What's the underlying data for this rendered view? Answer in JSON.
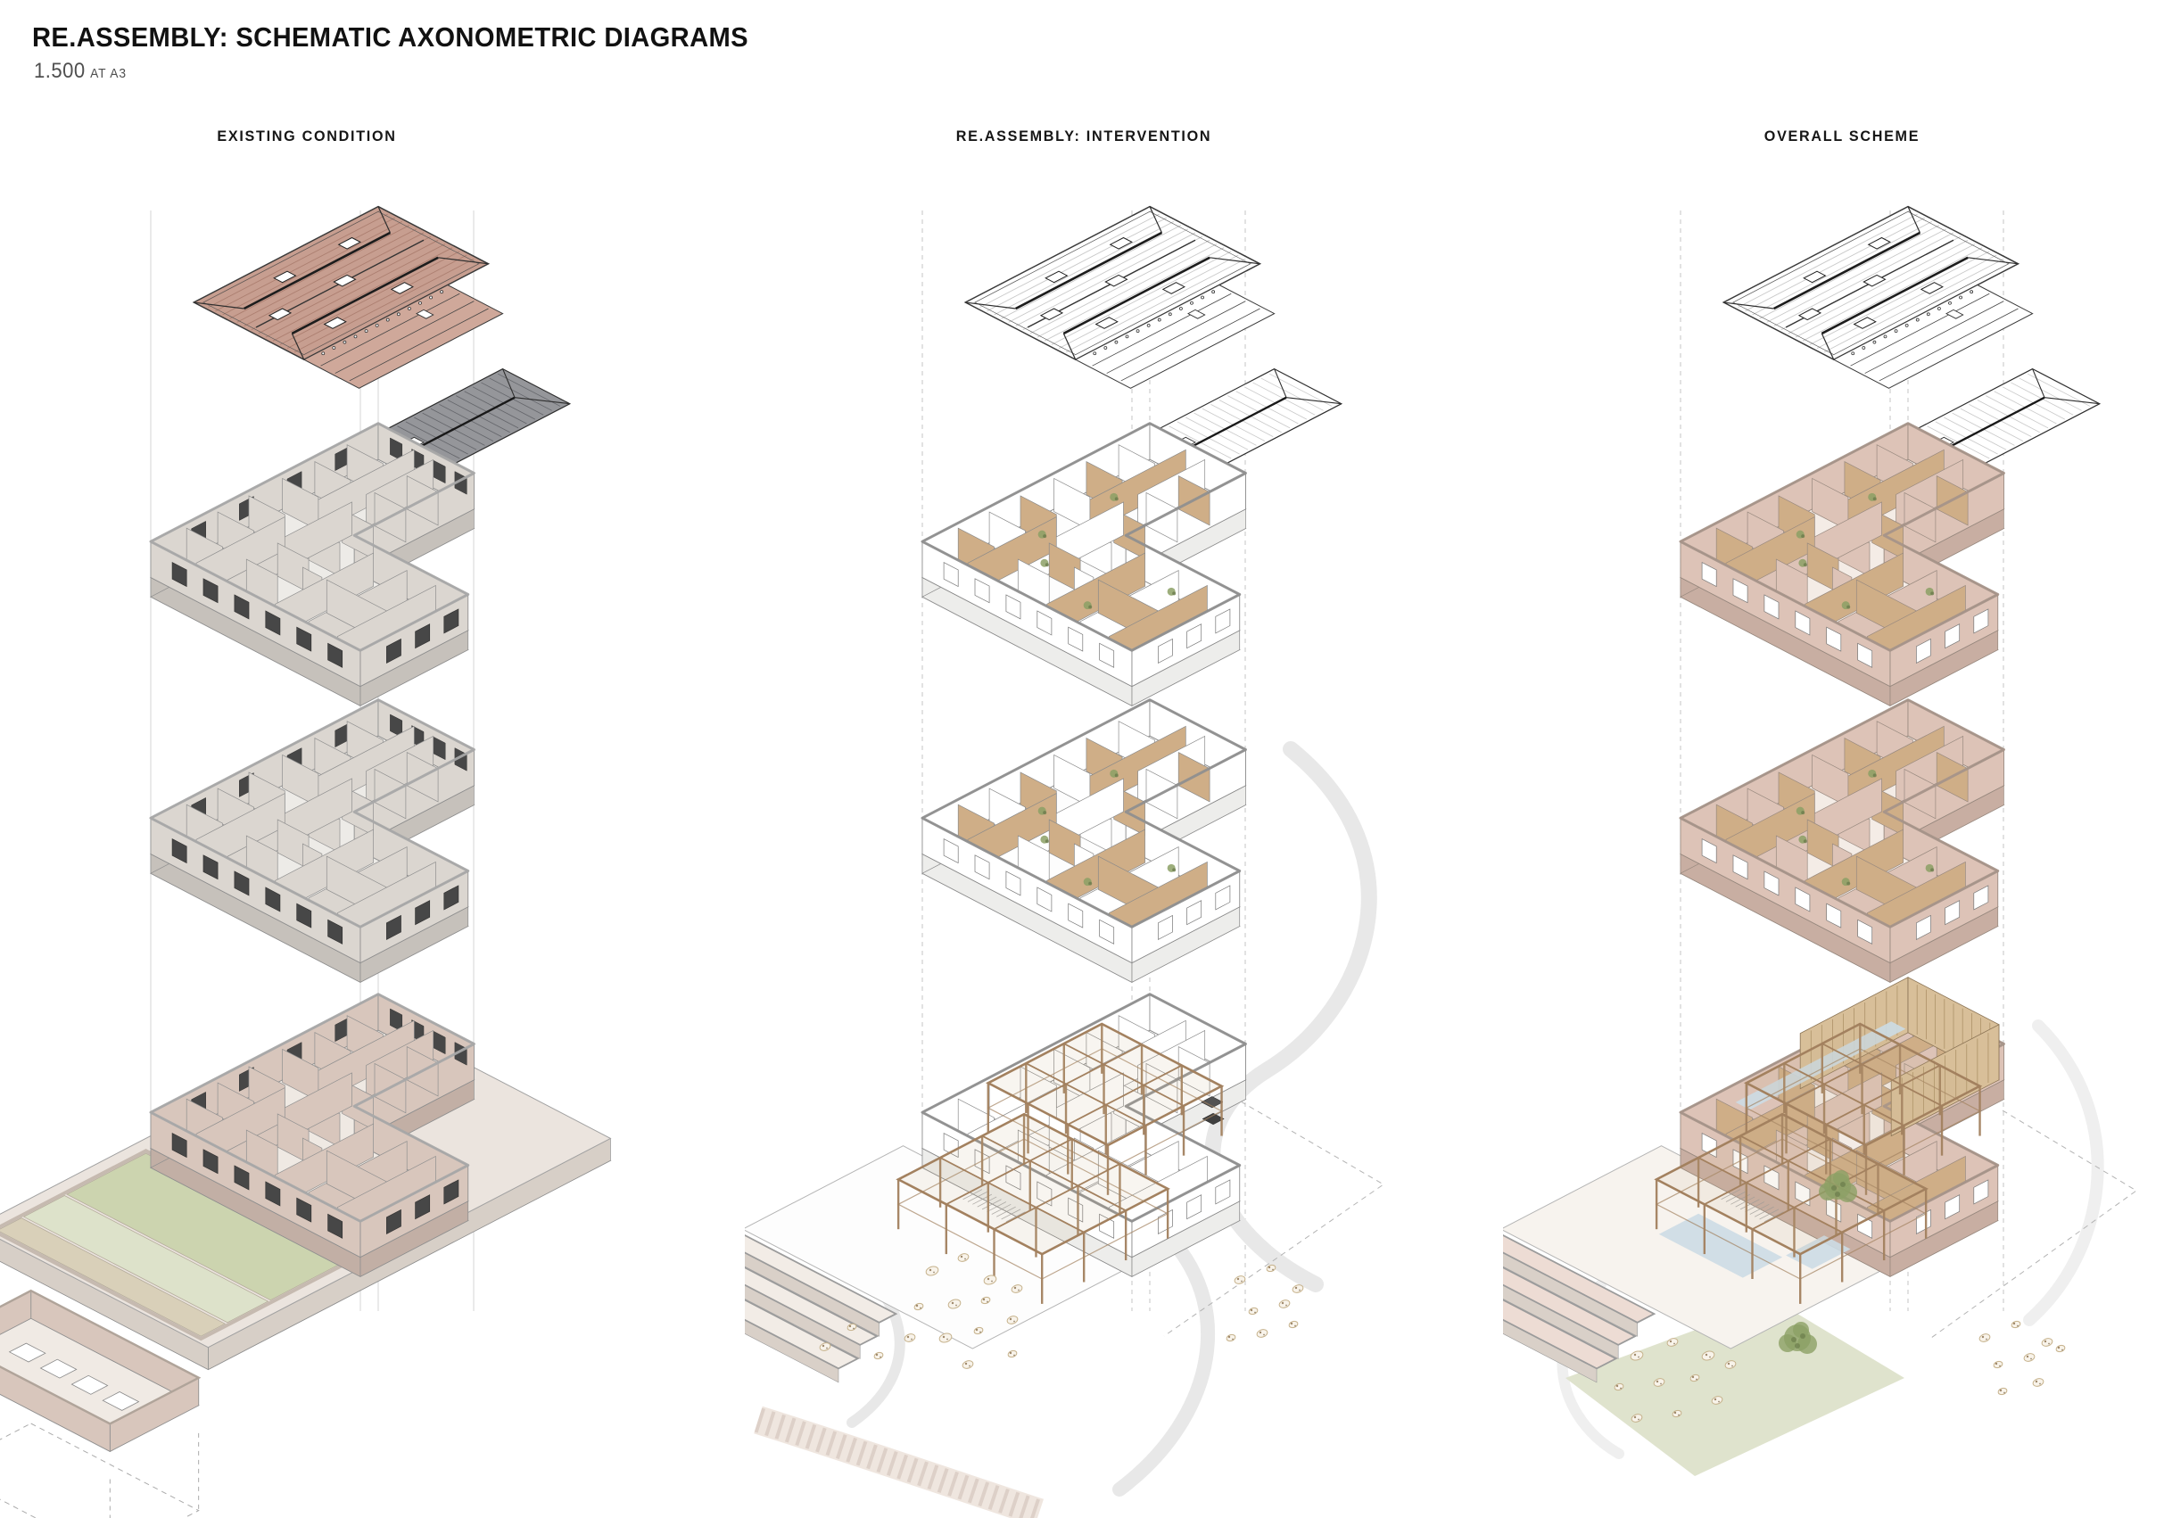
{
  "page": {
    "title": "RE.ASSEMBLY: SCHEMATIC AXONOMETRIC DIAGRAMS",
    "scale_note": "1.500",
    "scale_suffix": "AT A3"
  },
  "columns": [
    {
      "id": "existing",
      "header": "EXISTING CONDITION"
    },
    {
      "id": "intervention",
      "header": "RE.ASSEMBLY: INTERVENTION"
    },
    {
      "id": "overall",
      "header": "OVERALL SCHEME"
    }
  ],
  "palette": {
    "roof_tile": "#c79e90",
    "roof_tile_flat": "#cfa89a",
    "roof_slate": "#95969a",
    "existing_wall": "#dbd6d0",
    "existing_floor": "#edebe7",
    "existing_ground_wall": "#d8c6bc",
    "brick_wall": "#ddc3b7",
    "brick_floor": "#f4ece6",
    "wood_panel": "#cfae87",
    "wood_fence": "#d8bf99",
    "timber_frame": "#a3815f",
    "grass": "#ccd4af",
    "grass_light": "#dde2ca",
    "earth": "#d9d0b9",
    "water": "#ccdbe4",
    "plant": "#8ca065",
    "plant_dark": "#6b7c4c",
    "opening_dark": "#474747",
    "line_dark": "#3a3a3a",
    "line_mid": "#8f8f8f",
    "guide_line": "#c4c4c4",
    "pebble_fill": "#f8f3ea",
    "pebble_stroke": "#c6b28c",
    "branch": "#e8e8e8",
    "brick_path": "#efe6df",
    "white": "#ffffff"
  }
}
